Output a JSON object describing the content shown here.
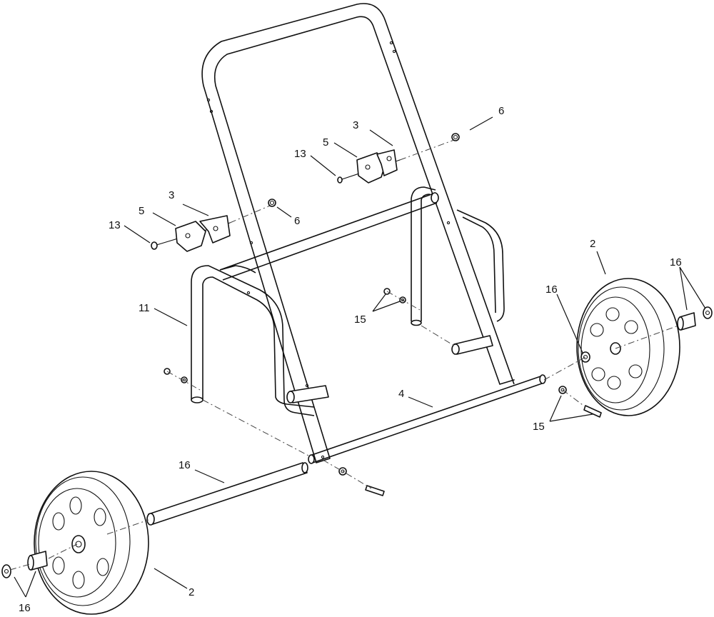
{
  "callouts": {
    "frame": "11",
    "axle": "4",
    "wheel_right": "2",
    "wheel_left": "2",
    "clip_upper": "3",
    "clip_lower": "3",
    "bracket_upper": "5",
    "bracket_lower": "5",
    "bolt_upper": "13",
    "bolt_lower": "13",
    "nut_upper": "6",
    "nut_lower": "6",
    "hardware_mid": "15",
    "hardware_right": "15",
    "spacer_tube": "16",
    "spacer_right_hub": "16",
    "spacer_right_outer": "16",
    "spacer_left_outer": "16"
  }
}
